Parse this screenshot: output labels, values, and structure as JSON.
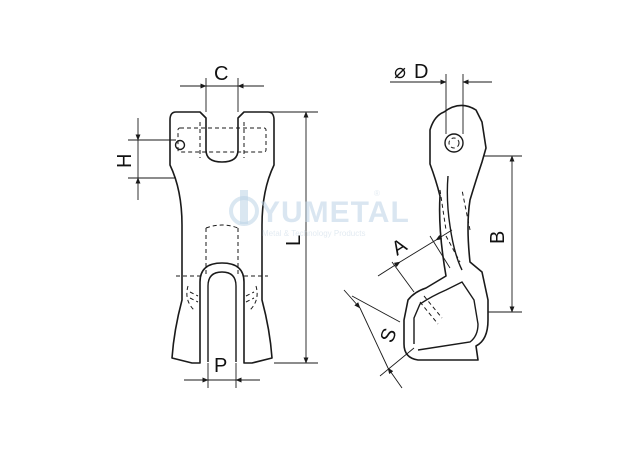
{
  "dimension_labels": {
    "c": "C",
    "d": "D",
    "h": "H",
    "l": "L",
    "a": "A",
    "b": "B",
    "s": "S",
    "p": "P"
  },
  "diameter_symbol": "⌀",
  "watermark": {
    "text": "YUMETAL",
    "mark": "®",
    "tagline": "Metal & Technology Products"
  },
  "colors": {
    "line": "#1a1a1a",
    "watermark": "#bcd3e6"
  }
}
